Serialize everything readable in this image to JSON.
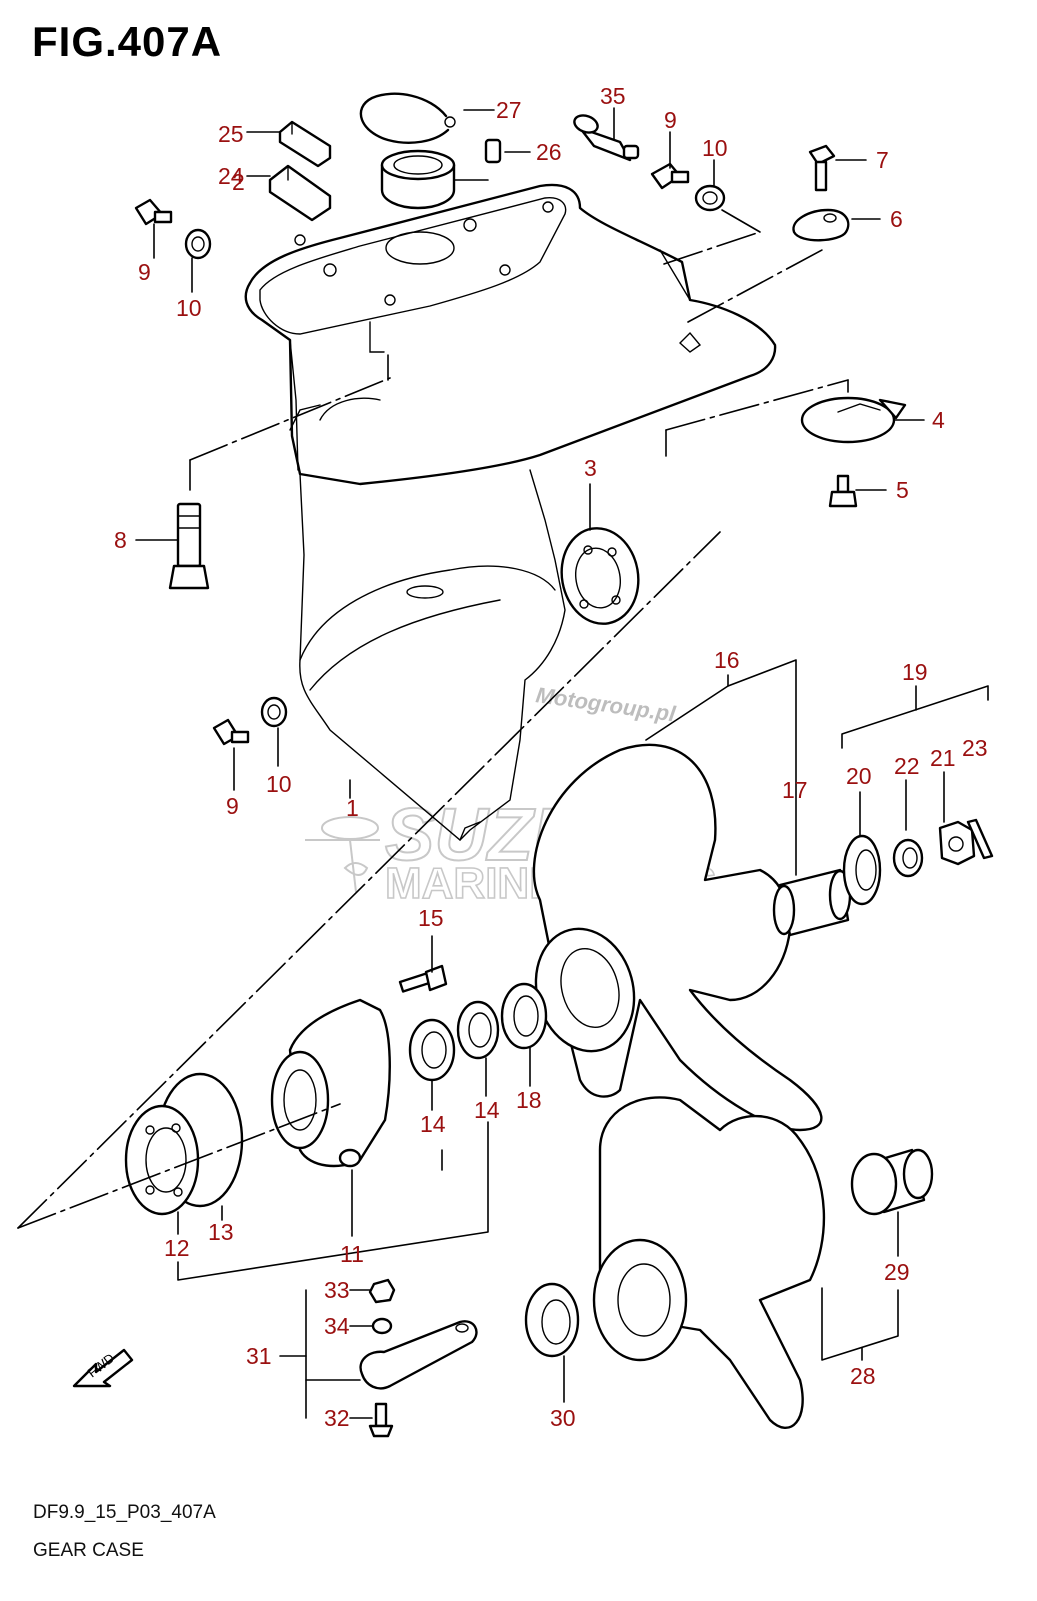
{
  "figure": {
    "title": "FIG.407A",
    "code": "DF9.9_15_P03_407A",
    "caption": "GEAR CASE"
  },
  "watermarks": {
    "site": "Motogroup.pl",
    "brand": "SUZUKI",
    "brand_sub": "MARINE PARTS"
  },
  "fwd_label": "FWD",
  "callouts": [
    {
      "key": "c1",
      "label": "1"
    },
    {
      "key": "c2",
      "label": "2"
    },
    {
      "key": "c3",
      "label": "3"
    },
    {
      "key": "c4",
      "label": "4"
    },
    {
      "key": "c5",
      "label": "5"
    },
    {
      "key": "c6",
      "label": "6"
    },
    {
      "key": "c7",
      "label": "7"
    },
    {
      "key": "c8",
      "label": "8"
    },
    {
      "key": "c9a",
      "label": "9"
    },
    {
      "key": "c9b",
      "label": "9"
    },
    {
      "key": "c9c",
      "label": "9"
    },
    {
      "key": "c10a",
      "label": "10"
    },
    {
      "key": "c10b",
      "label": "10"
    },
    {
      "key": "c10c",
      "label": "10"
    },
    {
      "key": "c11",
      "label": "11"
    },
    {
      "key": "c12",
      "label": "12"
    },
    {
      "key": "c13",
      "label": "13"
    },
    {
      "key": "c14a",
      "label": "14"
    },
    {
      "key": "c14b",
      "label": "14"
    },
    {
      "key": "c15",
      "label": "15"
    },
    {
      "key": "c16",
      "label": "16"
    },
    {
      "key": "c17",
      "label": "17"
    },
    {
      "key": "c18",
      "label": "18"
    },
    {
      "key": "c19",
      "label": "19"
    },
    {
      "key": "c20",
      "label": "20"
    },
    {
      "key": "c21",
      "label": "21"
    },
    {
      "key": "c22",
      "label": "22"
    },
    {
      "key": "c23",
      "label": "23"
    },
    {
      "key": "c24",
      "label": "24"
    },
    {
      "key": "c25",
      "label": "25"
    },
    {
      "key": "c26",
      "label": "26"
    },
    {
      "key": "c27",
      "label": "27"
    },
    {
      "key": "c28",
      "label": "28"
    },
    {
      "key": "c29",
      "label": "29"
    },
    {
      "key": "c30",
      "label": "30"
    },
    {
      "key": "c31",
      "label": "31"
    },
    {
      "key": "c32",
      "label": "32"
    },
    {
      "key": "c33",
      "label": "33"
    },
    {
      "key": "c34",
      "label": "34"
    },
    {
      "key": "c35",
      "label": "35"
    }
  ]
}
